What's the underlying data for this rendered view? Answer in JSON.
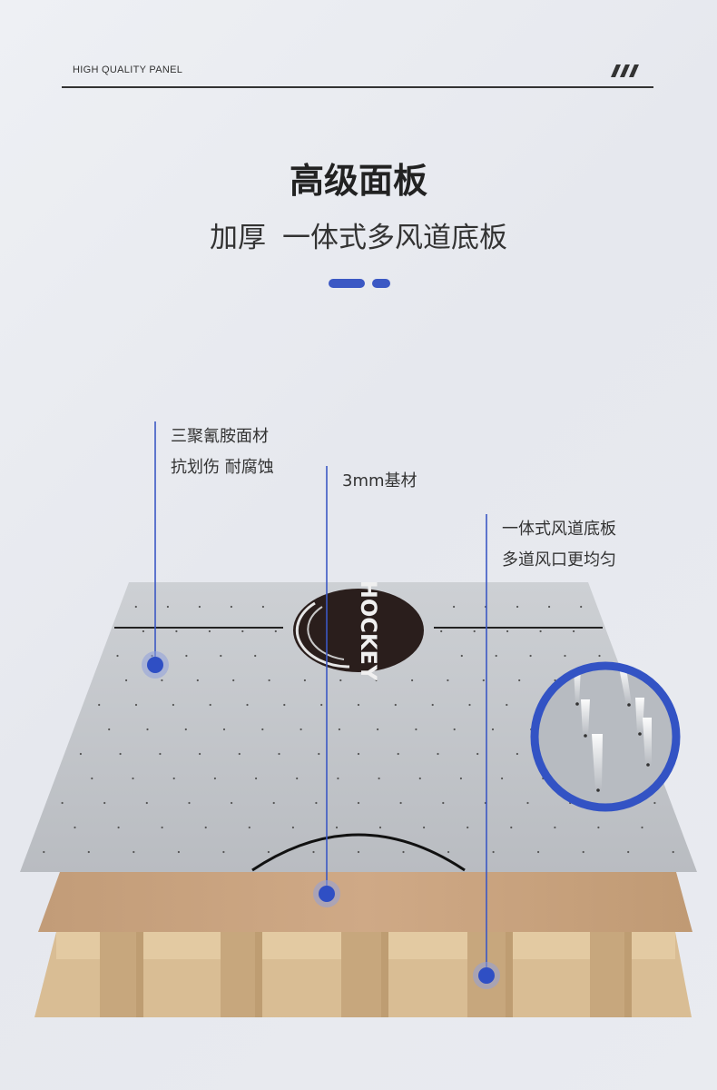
{
  "header": {
    "label": "HIGH QUALITY PANEL"
  },
  "title": "高级面板",
  "subtitle": {
    "part1": "加厚",
    "part2": "一体式多风道底板"
  },
  "callouts": {
    "surface": {
      "line1": "三聚氰胺面材",
      "line2": "抗划伤 耐腐蚀"
    },
    "substrate": {
      "line1": "3mm基材"
    },
    "base": {
      "line1": "一体式风道底板",
      "line2": "多道风口更均匀"
    }
  },
  "logo": {
    "text": "HOCKEY"
  },
  "colors": {
    "accent": "#3b58c4",
    "panel": "#c4c7cc",
    "mdf": "#c9a47f",
    "particle": "#dcc29a"
  },
  "icons": [
    "slashes-icon",
    "air-jet-zoom-icon"
  ]
}
